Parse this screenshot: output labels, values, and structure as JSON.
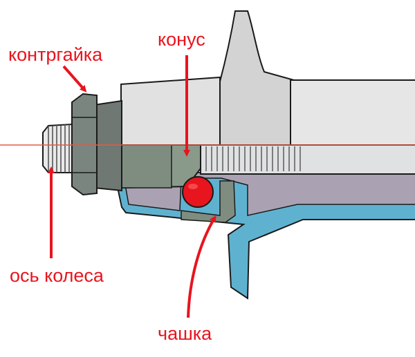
{
  "labels": {
    "locknut": "контргайка",
    "cone": "конус",
    "axle": "ось колеса",
    "cup": "чашка"
  },
  "colors": {
    "label_red": "#e8141e",
    "arrow_red": "#e8141e",
    "ball_red": "#e8141e",
    "hub_shell": "#d3d3d3",
    "hub_shell_light": "#e8e8e8",
    "hub_bore": "#aaa1b3",
    "hub_section_blue": "#5fb2cf",
    "axle_light": "#dfe1e2",
    "cone_green": "#7f8d81",
    "locknut_gray": "#6f7872",
    "center_line": "#e25a45",
    "outline": "#1a1a1a"
  }
}
